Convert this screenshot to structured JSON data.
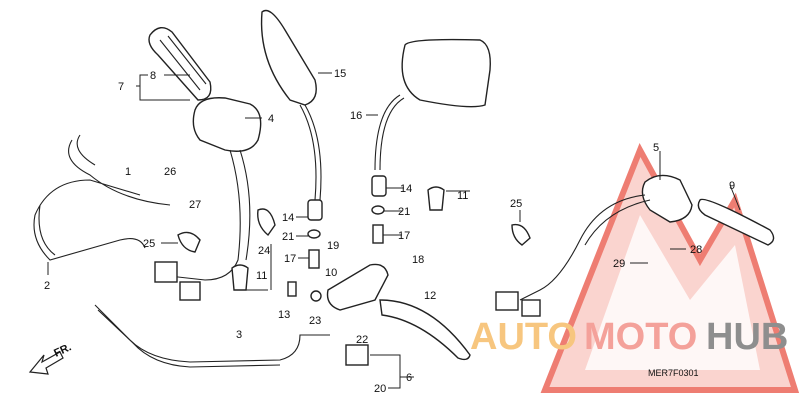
{
  "diagram": {
    "callouts": [
      "8",
      "7",
      "4",
      "15",
      "16",
      "1",
      "26",
      "27",
      "14",
      "21",
      "17",
      "24",
      "11",
      "25",
      "2",
      "14",
      "21",
      "17",
      "11",
      "19",
      "10",
      "18",
      "12",
      "13",
      "23",
      "22",
      "3",
      "6",
      "20",
      "5",
      "9",
      "25",
      "28",
      "29"
    ],
    "front_marker": "FR.",
    "drawing_code": "MER7F0301"
  },
  "watermark": {
    "part1": "AUTO",
    "part2": "MOTO",
    "part3": "HUB",
    "colors": {
      "auto": "#f7c67f",
      "moto": "#f4a19a",
      "hub": "#8e8e8e",
      "triangle": "#f08a80"
    }
  }
}
